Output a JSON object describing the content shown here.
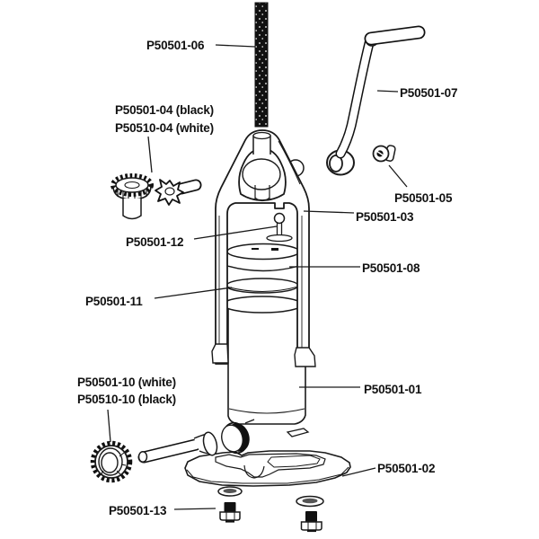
{
  "page": {
    "background": "#ffffff",
    "ink": "#1a1a1a"
  },
  "diagram": {
    "kind": "exploded-parts-diagram",
    "labels": {
      "rod": "P50501-06",
      "crank": "P50501-07",
      "knob_black": "P50501-04 (black)",
      "knob_white": "P50510-04 (white)",
      "screw": "P50501-05",
      "frame": "P50501-03",
      "piston": "P50501-12",
      "plate": "P50501-08",
      "rings": "P50501-11",
      "nut_white": "P50501-10 (white)",
      "nut_black": "P50510-10 (black)",
      "cylinder": "P50501-01",
      "base": "P50501-02",
      "bolt": "P50501-13"
    }
  }
}
